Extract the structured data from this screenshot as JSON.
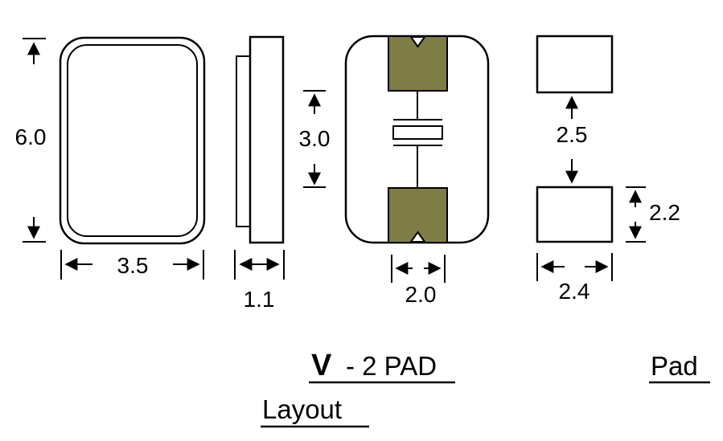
{
  "title": "Crystal package 2-pad dimension drawing",
  "colors": {
    "pad_fill": "#7f7d46",
    "line": "#000000",
    "background": "#ffffff"
  },
  "views": {
    "top_view": {
      "height_dim": "6.0",
      "width_dim": "3.5"
    },
    "side_view": {
      "thickness_dim": "1.1"
    },
    "electrode_view": {
      "electrode_gap_dim": "3.0",
      "electrode_width_dim": "2.0"
    },
    "pad_layout": {
      "pad_gap_dim": "2.5",
      "pad_height_dim": "2.2",
      "pad_width_dim": "2.4"
    }
  },
  "captions": {
    "series_letter": "V",
    "series_rest": "- 2 PAD",
    "pad_word": "Pad",
    "layout_word": "Layout"
  }
}
